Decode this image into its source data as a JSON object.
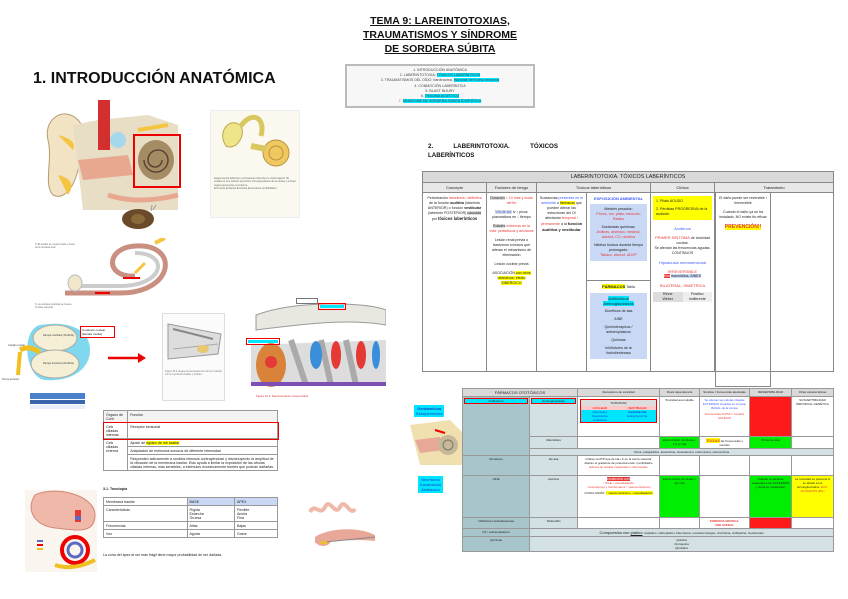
{
  "header": {
    "title_lines": [
      "TEMA 9: LAREINTOTOXIAS,",
      "TRAUMATISMOS Y SÍNDROME",
      "DE SORDERA SÚBITA"
    ]
  },
  "toc": {
    "items": [
      {
        "text": "1. INTRODUCCIÓN ANATÓMICA",
        "highlight": ""
      },
      {
        "text": "2. LABERINTOTOXIA: ",
        "highlight": "TÓXICOS LABERÍNTICOS"
      },
      {
        "text": "3. TRAUMATISMOS DEL OÍDO: barotrauma, ",
        "highlight": "fracturas del hueso temporal"
      },
      {
        "text": "4. CONMOCIÓN LABERÍNTICA",
        "highlight": ""
      },
      {
        "text": "5. BLAST INJURY",
        "highlight": ""
      },
      {
        "text": "6. ",
        "highlight": "TRAUMA ACÚSTICO"
      },
      {
        "text": "7. ",
        "highlight": "SÍNDROME DE SORDERA SÚBITA IDIOPÁTICA"
      }
    ]
  },
  "section1": {
    "title": "1. INTRODUCCIÓN ANATÓMICA"
  },
  "section2": {
    "num": "2.",
    "w1": "LABERINTOTOXIA.",
    "w2": "TÓXICOS",
    "w3": "LABERÍNTICOS"
  },
  "figures": {
    "conducto_label": "Conducto coclear (Escala media)",
    "rampa_vest": "Rampa vestibular (Perilinfa)",
    "rampa_timp": "Rampa timpánica (Perilinfa)",
    "ganglio": "Ganglio espiral",
    "nervio": "Nervio acústico",
    "fig_caption": "Figura 22-3. Representación esquemática"
  },
  "table1": {
    "title": "LABERINTOTOXIA. TÓXICOS LABERÍNTICOS",
    "columns": [
      "Concepto",
      "Factores de riesgo",
      "Tóxicos laberínticos",
      "Clínica",
      "Tratamiento"
    ],
    "concepto": {
      "p1": "Perturbación ",
      "p1r": "transitoria / definitiva",
      "p2": " de la función ",
      "auditiva": "auditiva",
      "p3": " (laberinto ANTERIOR) o función ",
      "vestibular": "vestibular",
      "p4": " (laberinto POSTERIOR) ",
      "causada": "causada",
      "p5": " por ",
      "toxicos": "tóxicos laberínticos"
    },
    "factores": [
      {
        "k": "Duración",
        "v": " > 10 días y dosis del fto"
      },
      {
        "k": "Vía de ad.",
        "v": " iv ↑ picos plasmáticos en ↓ tiempo"
      },
      {
        "k": "Edades",
        "v": " extremas de la vida: pediátricos y ancianos"
      },
      {
        "k": "",
        "v": "Lesión renal previa o trastornos crónicos que alteran el mecanismo de eliminación"
      },
      {
        "k": "",
        "v": "Lesión coclear previa"
      },
      {
        "k": "ASOCIACIÓN",
        "v": " con otros ototóxicos: efecto SINÉRGICO"
      }
    ],
    "toxicos_desc": {
      "a": "Sustancias ",
      "b": "presentes en el ambiente",
      "c": " o ",
      "d": "fármacos",
      "e": " que pueden alterar las estructuras del OI afectando ",
      "f": "temporal / permanente",
      "g": " a la ",
      "h": "función auditiva y vestibular"
    },
    "exposicion": {
      "title": "EXPOSICIÓN AMBIENTAL",
      "items": [
        {
          "a": "Metales pesados:",
          "b": "Plomo, oro, plata, mercurio, Radios"
        },
        {
          "a": "Sustancias químicas:",
          "b": "Anilinas, arsénico, metanol, alcohol, CO, nicotina"
        },
        {
          "a": "Hábitos tóxicos durante tiempo prolongado:",
          "b": "Tabaco, alcohol, ADVP"
        }
      ]
    },
    "farmacos": {
      "title": "FÁRMACOS",
      "note": "Tabla",
      "items": [
        "Antibióticos Aminoglucósidos",
        "Diuréticos de asa",
        "AINE",
        "Quimioterápicos / antineoplásicos",
        "Quininas",
        "Inhibidores de la fosfodiesterasa"
      ]
    },
    "clinica": {
      "y1": "1. Pilato AGUDO",
      "y2": "2. Pérdidas PROGRESIVA de la audición",
      "acufenos": "Acúfenos",
      "primer": "PRIMER SÍNTOMA",
      "primer_b": " de toxicidad coclear.",
      "frecs": "Se afectan las frecuencias agudas. CONTINUOS",
      "hipo": "Hipoacusia neurosensorial",
      "irrev": "IRREVERSIBLE",
      "exc": "Exc",
      "exc_b": "macrólidos, AINES",
      "bilat": "BILATERAL, SIMÉTRICA",
      "rinne_k": "Rinne",
      "rinne_v": "Positivo",
      "weber_k": "Weber",
      "weber_v": "Indiferente"
    },
    "tratamiento": {
      "t1": "El daño puede ser reversible / irreversible",
      "t2": "Cuando el daño ya se ha instalado, NO existe tto eficaz",
      "prev": "PREVENCIÓN!!"
    }
  },
  "corti_table": {
    "rows": [
      [
        "Órgano de Corti",
        "Función"
      ],
      [
        "Cels ciliadas internas",
        "Receptor sensorial"
      ],
      [
        "Cels ciliadas externa",
        "Ajuste de ",
        "rigidez de mb basilar"
      ],
      [
        "",
        "Adaptación de estímulos sonoros de diferente intensidad"
      ],
      [
        "",
        "Responden activamente a sonidos intensos contrayéndose y disminuyendo la amplitud de la vibración de la membrana basilar. Esto ayuda a limitar la exposición de las células ciliadas internas, más sensibles, a estímulos excesivamente fuertes que podrían dañarlas."
      ]
    ]
  },
  "tonotopia": {
    "title": "3.1. Tonotopía",
    "headers": [
      "Membrana basilar",
      "BASE",
      "APEX"
    ],
    "rows": [
      [
        "Características",
        "Rígida\nEstrecha\nGruesa",
        "Flexible\nAncha\nFina"
      ],
      [
        "Frecuencias",
        "Altas",
        "Bajas"
      ],
      [
        "Voz",
        "Aguda",
        "Grave"
      ]
    ],
    "note": "La zona del ápex al ser más frágil tiene mayor probabilidad de ser dañada."
  },
  "table2": {
    "headers": [
      "FÁRMACOS OTOTÓXICOS",
      "Mecanismo de toxicidad",
      "Dosis dependencia",
      "Sonidos / frecuencias afectadas",
      "REVERSIBILIDAD",
      "Otras características"
    ],
    "antib": "Antibióticos",
    "amino": "Aminoglucósidos",
    "toxicidad": "TOXICIDAD",
    "coclear": "COCLEAR",
    "vestibular": "VESTIBULAR",
    "cocl_drugs": "Neomicina\nKanamicina\nAmikacina",
    "vest_drugs": "Gentamicina",
    "vest_drugs2": "Estreptomicina",
    "dosis_amino": "Toxicidad acumulable",
    "sonidos_amino": "Se afectan las células ciliadas EXTERNAS situadas en la parte BASAL de la cóclea",
    "sonidos_amino2": "Frecuencias ALTAS = sonidos AGUDOS",
    "otras_amino": "SUSCEPTIBILIDAD INDIVIDUAL GENÉTICA",
    "macro": "Macrólidos",
    "macro_dosis": "Efecto tóxico con dosis > 1,5 g / día",
    "macro_son": "TODAS",
    "macro_son2": " las frecuencias y sonidos",
    "macro_rev": "Primeros días",
    "otros": "Otros: polipéptidos, tetraciclina, cloranfenicol, eritromicina, vancomicina",
    "diur": "Diuréticos",
    "diur_asa": "De asa",
    "diur_m1": "Inhiben la ATP asa de Na+ K en la estría vascular",
    "diur_m2": "Alteran el gradiente de potencial endo / perilinfático",
    "diur_m3": "Edema de células marginales e intermedias",
    "aine": "AINE",
    "aspirina": "Aspirina",
    "aine_m1": "INHIBICIÓN COX",
    "aine_m2": "↓ PGE ↓ vasodilatación",
    "aine_m3": "↑ leucotrienos y tromboxanos ↑ vasoconstricción",
    "aine_concl": "CONCLUSIÓN: ",
    "aine_concl2": "↑ vasoconstricción ↓ vasodilatación",
    "aine_dosis": "Efecto tóxico con dosis > 3g / día",
    "aine_rev": "Cuando el paciente suspenda a los ACUFENOS y cierta su medicación",
    "aine_otras": "La toxicidad se potencia si se añade a los aminoglucósidos. ",
    "aine_otras2": "EXC: ACÚFENOS (BIL)",
    "ipde": "Inhibidores fosfodiesterasa",
    "sildenafilo": "Sildenafilo",
    "ipde_son": "SORDERA BRUSCA, UNILATERAL",
    "qt": "QT / antineoplásicos",
    "qt_txt": "Compuestos con ",
    "qt_pl": "platino",
    "qt_rest": ": cisplatino, carboplatino, bleomicina, mostaza nitrogen, vincristina, vinblastina, metotrexato",
    "quininas": "Quininas",
    "quininas_list": "Quinina\nCloroquina\nQuinidina"
  },
  "ear_labels": {
    "top": "Gentamicina",
    "top2": "Estreptomicina",
    "bottom": "Neomicina\nKanamicina\nAmikacina"
  }
}
